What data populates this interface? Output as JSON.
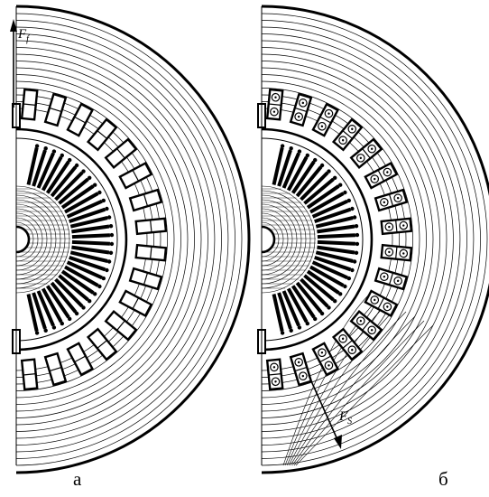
{
  "panels": [
    {
      "id": "a",
      "caption": "а",
      "force_symbol": "F",
      "force_subscript": "f",
      "slot_marks": "none"
    },
    {
      "id": "b",
      "caption": "б",
      "force_symbol": "F",
      "force_subscript": "S",
      "slot_marks": "dot-plus"
    }
  ],
  "colors": {
    "line": "#000000",
    "background": "#ffffff"
  }
}
